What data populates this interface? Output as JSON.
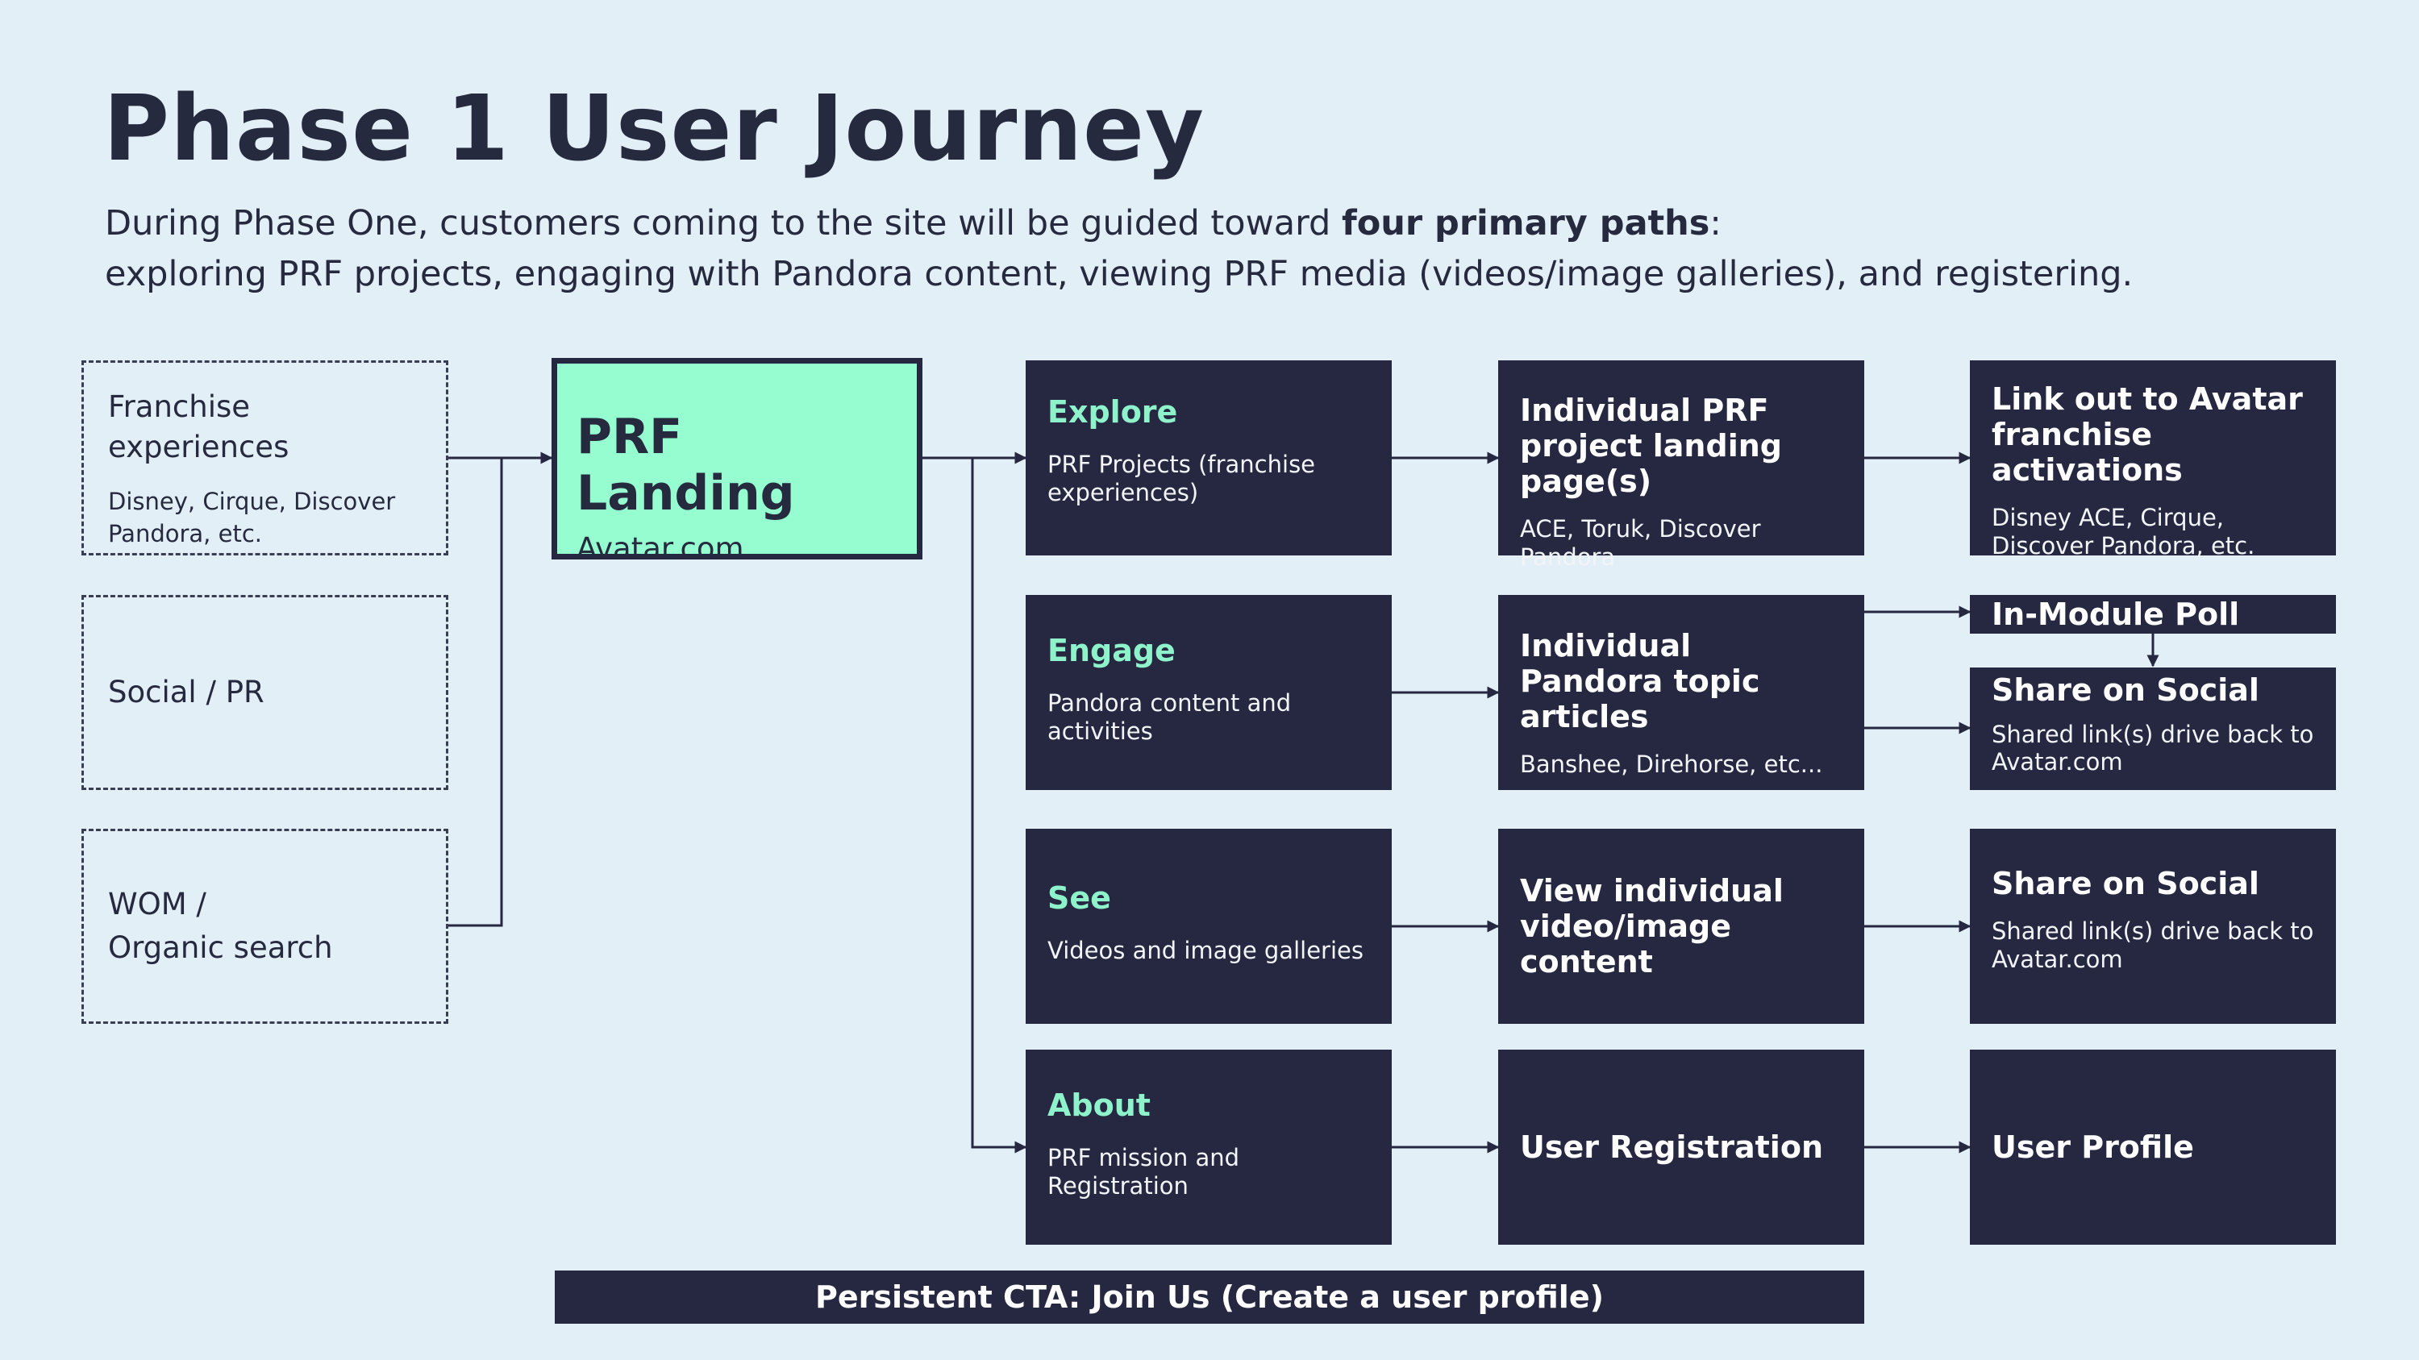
{
  "header": {
    "title": "Phase 1 User Journey",
    "subtitle_part1": "During Phase One, customers coming to the site will be guided toward ",
    "subtitle_bold": "four primary paths",
    "subtitle_part2": ":",
    "subtitle_line2": "exploring PRF projects, engaging with Pandora content, viewing PRF media (videos/image galleries), and registering."
  },
  "sources": {
    "franchise": {
      "title": "Franchise experiences",
      "sub": "Disney, Cirque, Discover Pandora, etc."
    },
    "social": {
      "title": "Social / PR"
    },
    "wom": {
      "title_line1": "WOM /",
      "title_line2": "Organic search"
    }
  },
  "landing": {
    "title": "PRF Landing",
    "sub": "Avatar.com"
  },
  "paths": {
    "explore": {
      "title": "Explore",
      "sub": "PRF Projects (franchise experiences)"
    },
    "engage": {
      "title": "Engage",
      "sub": "Pandora content and activities"
    },
    "see": {
      "title": "See",
      "sub": "Videos and image galleries"
    },
    "about": {
      "title": "About",
      "sub": "PRF mission and Registration"
    }
  },
  "middle": {
    "project_pages": {
      "title": "Individual PRF project landing page(s)",
      "sub": "ACE, Toruk, Discover Pandora"
    },
    "topic_articles": {
      "title": "Individual Pandora topic articles",
      "sub": "Banshee, Direhorse, etc..."
    },
    "view_content": {
      "title": "View individual video/image content"
    },
    "registration": {
      "title": "User Registration"
    }
  },
  "outcomes": {
    "link_out": {
      "title": "Link out to Avatar franchise activations",
      "sub": "Disney ACE, Cirque, Discover Pandora, etc."
    },
    "poll": {
      "title": "In-Module Poll"
    },
    "share_engage": {
      "title": "Share on Social",
      "sub": "Shared link(s) drive back to Avatar.com"
    },
    "share_see": {
      "title": "Share on Social",
      "sub": "Shared link(s) drive back to Avatar.com"
    },
    "profile": {
      "title": "User Profile"
    }
  },
  "cta": {
    "label": "Persistent CTA: Join Us (Create a user profile)"
  },
  "colors": {
    "background": "#e3eff6",
    "dark_box": "#252840",
    "accent_green": "#96fdd1",
    "category_text": "#8ef3cb"
  }
}
